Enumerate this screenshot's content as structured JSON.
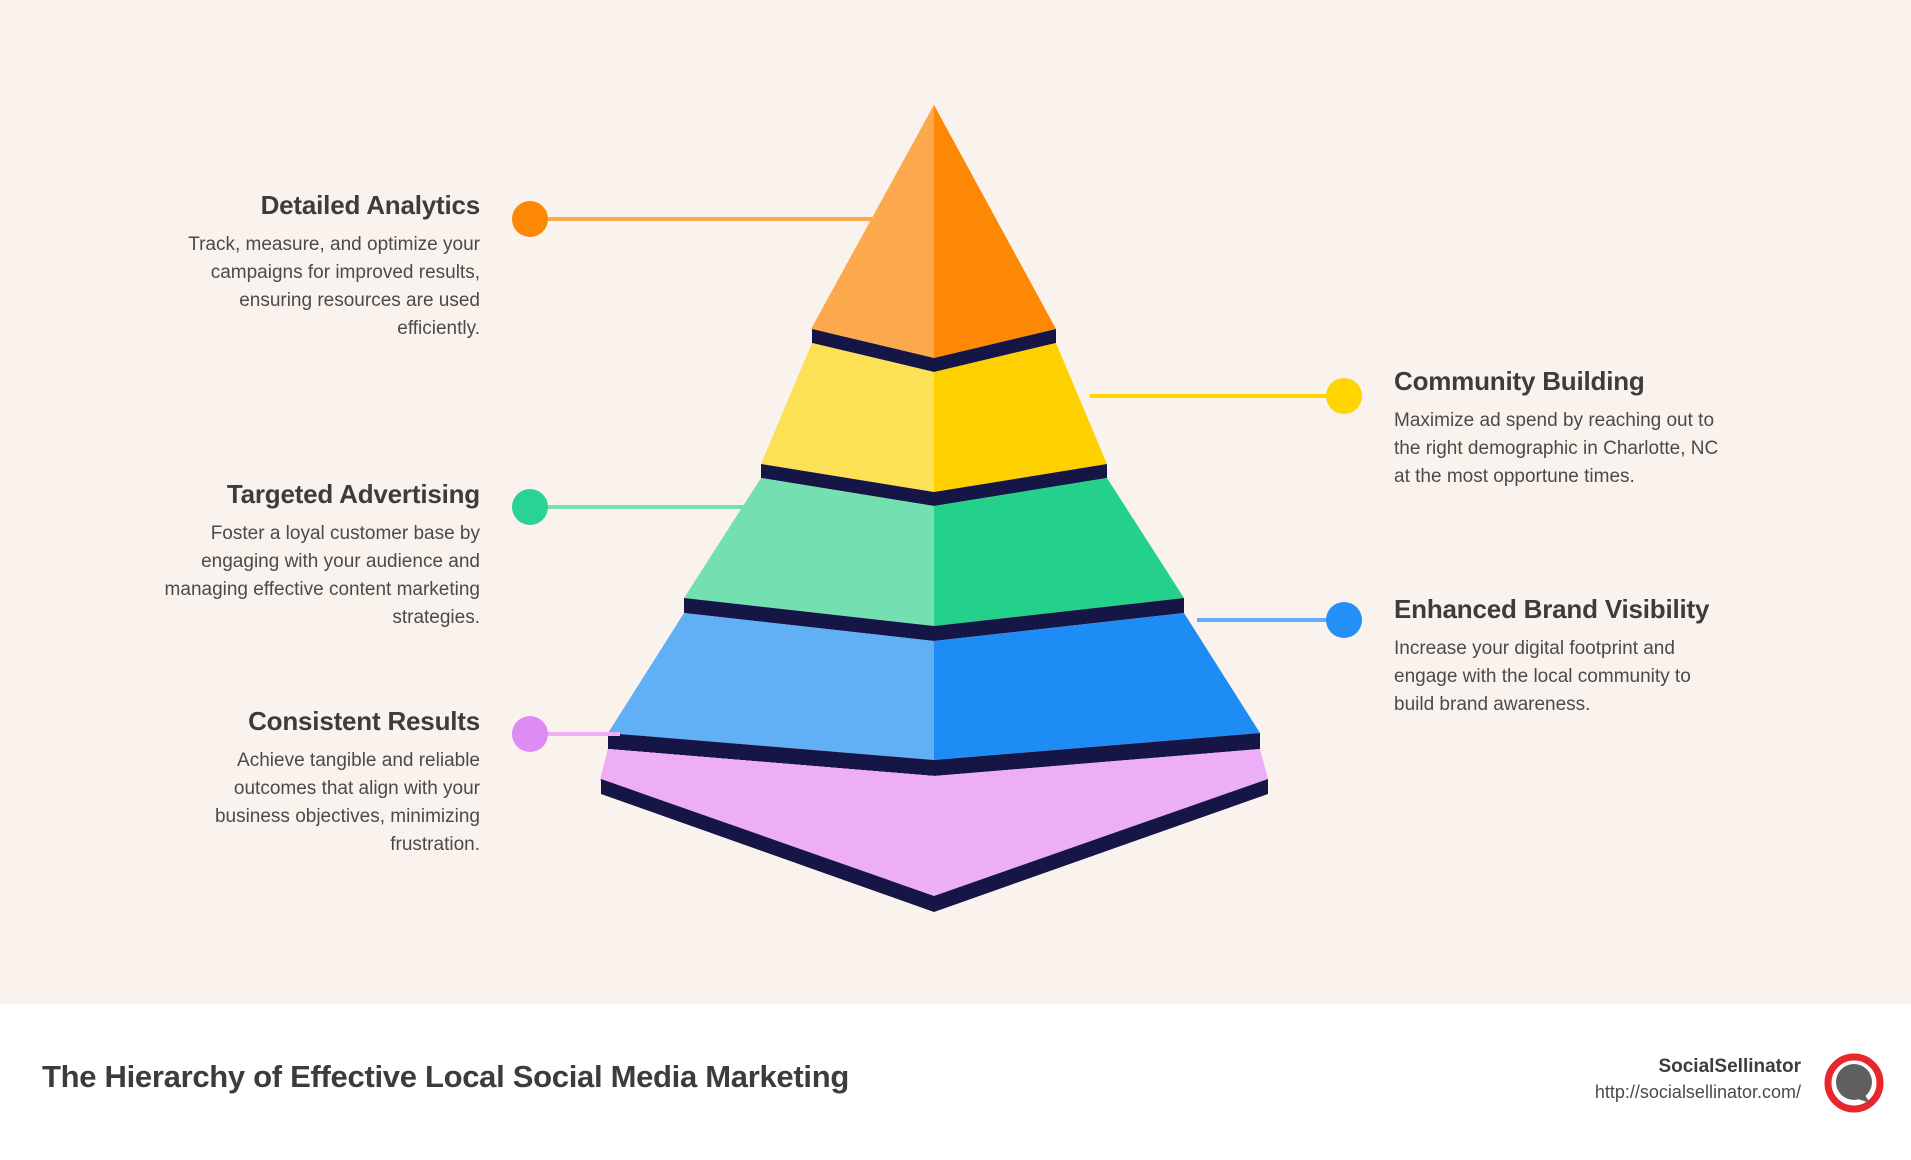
{
  "theme": {
    "background": "#FAF3ED",
    "footer_background": "#FFFFFF",
    "separator_color": "#161646",
    "title_color": "#3C3C3C",
    "body_color": "#4A4A4A"
  },
  "footer": {
    "title": "The Hierarchy of Effective Local Social Media Marketing",
    "brand_name": "SocialSellinator",
    "brand_url": "http://socialsellinator.com/",
    "logo_icon": "speech-bubble-logo-icon",
    "logo_ring_color": "#E8272C",
    "logo_bubble_color": "#5F5F5F"
  },
  "chart_data": {
    "type": "pyramid",
    "title": "The Hierarchy of Effective Local Social Media Marketing",
    "levels": [
      {
        "rank": 1,
        "label": "Detailed Analytics",
        "description": "Track, measure, and optimize your campaigns for improved results, ensuring resources are used efficiently.",
        "side": "left",
        "color_left": "#FBA94C",
        "color_right": "#FC8806",
        "dot_color": "#FC8806"
      },
      {
        "rank": 2,
        "label": "Community Building",
        "description": "Maximize ad spend by reaching out to the right demographic in Charlotte, NC at the most opportune times.",
        "side": "right",
        "color_left": "#FCE055",
        "color_right": "#FFD000",
        "dot_color": "#FFD400"
      },
      {
        "rank": 3,
        "label": "Targeted Advertising",
        "description": "Foster a loyal customer base by engaging with your audience and managing effective content marketing strategies.",
        "side": "left",
        "color_left": "#74DFB0",
        "color_right": "#23D18B",
        "dot_color": "#2AD295"
      },
      {
        "rank": 4,
        "label": "Enhanced Brand Visibility",
        "description": "Increase your digital footprint and engage with the local community to build brand awareness.",
        "side": "right",
        "color_left": "#61AFF4",
        "color_right": "#1E8CF5",
        "dot_color": "#2290F6"
      },
      {
        "rank": 5,
        "label": "Consistent Results",
        "description": "Achieve tangible and reliable outcomes that align with your business objectives, minimizing frustration.",
        "side": "left",
        "color_left": "#EDAEF6",
        "color_right": "#ECAFF7",
        "dot_color": "#DE8CF5"
      }
    ]
  }
}
